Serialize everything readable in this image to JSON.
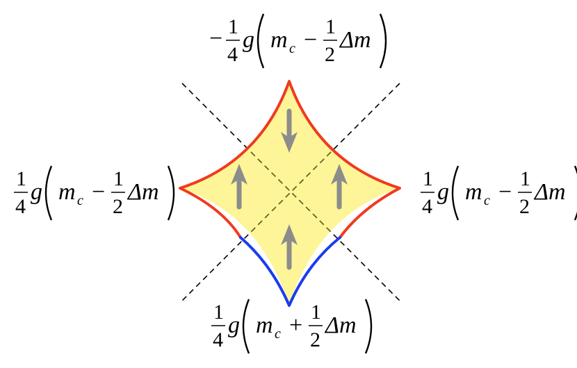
{
  "colors": {
    "region_fill": "#fdf597",
    "boundary_upper": "#f03a1e",
    "boundary_lower": "#1a3cf0",
    "arrow": "#8c8c8c",
    "dashed": "#000000"
  },
  "labels": {
    "top": {
      "sign": "−",
      "frac1_num": "1",
      "frac1_den": "4",
      "g": "g",
      "m": "m",
      "sub": "c",
      "op": "−",
      "frac2_num": "1",
      "frac2_den": "2",
      "delta_m": "Δm"
    },
    "left": {
      "sign": "",
      "frac1_num": "1",
      "frac1_den": "4",
      "g": "g",
      "m": "m",
      "sub": "c",
      "op": "−",
      "frac2_num": "1",
      "frac2_den": "2",
      "delta_m": "Δm"
    },
    "right": {
      "sign": "",
      "frac1_num": "1",
      "frac1_den": "4",
      "g": "g",
      "m": "m",
      "sub": "c",
      "op": "−",
      "frac2_num": "1",
      "frac2_den": "2",
      "delta_m": "Δm"
    },
    "bottom": {
      "sign": "",
      "frac1_num": "1",
      "frac1_den": "4",
      "g": "g",
      "m": "m",
      "sub": "c",
      "op": "+",
      "frac2_num": "1",
      "frac2_den": "2",
      "delta_m": "Δm"
    }
  },
  "arrows": [
    {
      "id": "top",
      "direction": "down"
    },
    {
      "id": "left",
      "direction": "up"
    },
    {
      "id": "right",
      "direction": "up"
    },
    {
      "id": "bottom",
      "direction": "up"
    }
  ]
}
